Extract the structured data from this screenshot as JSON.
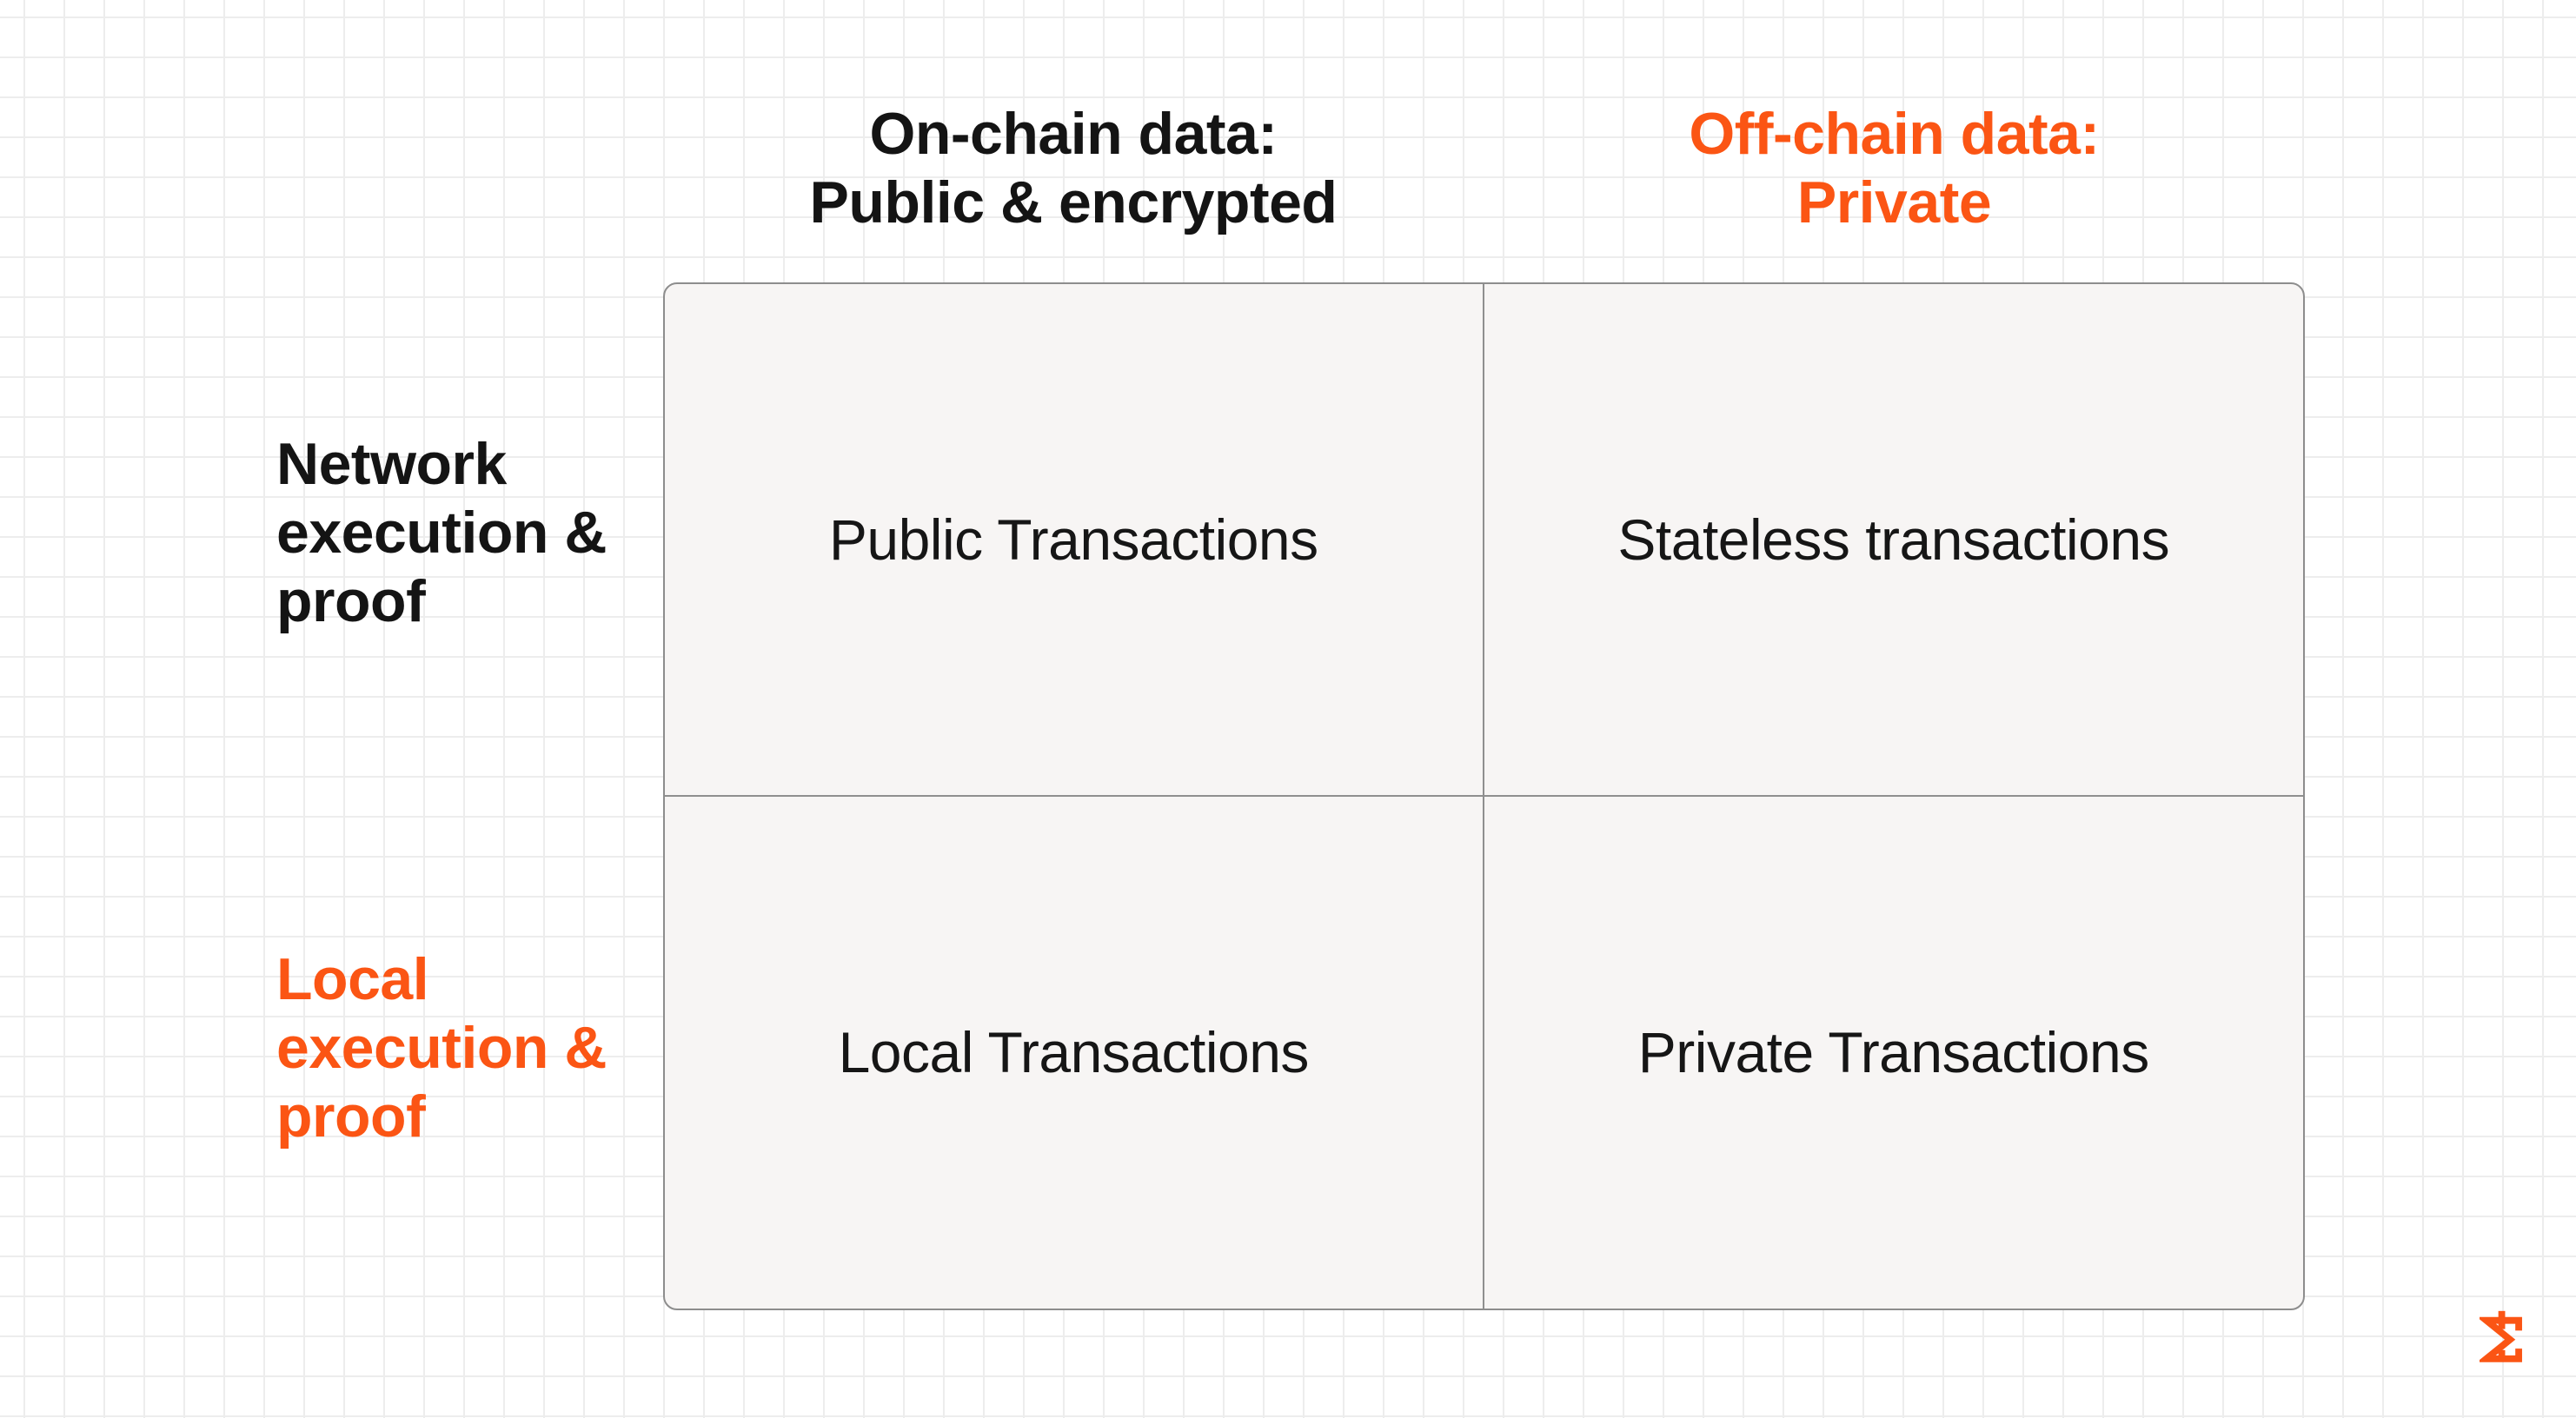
{
  "colors": {
    "accent_orange": "#FB5514",
    "text_black": "#141414",
    "panel_bg": "#F7F5F4",
    "panel_border": "#8D8D8D",
    "divider": "#8F8F8F",
    "grid_line": "#EDEDED",
    "page_bg": "#FFFFFF"
  },
  "matrix": {
    "column_headers": [
      {
        "text": "On-chain data:\nPublic & encrypted",
        "accent": false
      },
      {
        "text": "Off-chain data:\nPrivate",
        "accent": true
      }
    ],
    "row_headers": [
      {
        "text": "Network\nexecution &\nproof",
        "accent": false
      },
      {
        "text": "Local\nexecution &\nproof",
        "accent": true
      }
    ],
    "cells": [
      [
        "Public Transactions",
        "Stateless transactions"
      ],
      [
        "Local Transactions",
        "Private Transactions"
      ]
    ]
  },
  "logo": {
    "glyph": "rotated-sigma",
    "color": "#FB5514"
  }
}
